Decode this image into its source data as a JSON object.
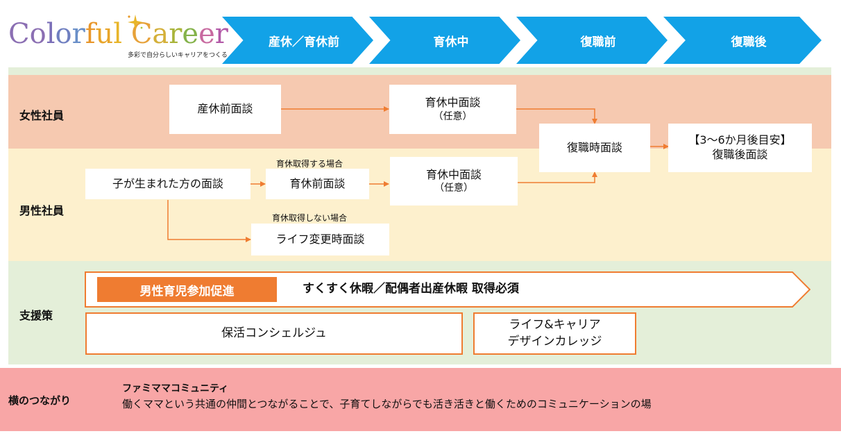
{
  "logo": {
    "letters": [
      {
        "ch": "C",
        "color": "#8b6fb3"
      },
      {
        "ch": "o",
        "color": "#8b6fb3"
      },
      {
        "ch": "l",
        "color": "#7b6fb8"
      },
      {
        "ch": "o",
        "color": "#6f7fc0"
      },
      {
        "ch": "r",
        "color": "#6a8fc8"
      },
      {
        "ch": "f",
        "color": "#e8962a"
      },
      {
        "ch": "u",
        "color": "#e8a52a"
      },
      {
        "ch": "l",
        "color": "#e8b52a"
      },
      {
        "ch": " ",
        "color": "#ffffff"
      },
      {
        "ch": "C",
        "color": "#e7a23a"
      },
      {
        "ch": "a",
        "color": "#d4b03a"
      },
      {
        "ch": "r",
        "color": "#a9b43a"
      },
      {
        "ch": "e",
        "color": "#84b24a"
      },
      {
        "ch": "e",
        "color": "#c86aa0"
      },
      {
        "ch": "r",
        "color": "#b35aa8"
      }
    ],
    "tagline": "多彩で自分らしいキャリアをつくる",
    "sparkle_color": "#e8b52a"
  },
  "stages": [
    "産休／育休前",
    "育休中",
    "復職前",
    "復職後"
  ],
  "rows": {
    "female_label": "女性社員",
    "male_label": "男性社員",
    "support_label": "支援策"
  },
  "boxes": {
    "f_pre": "産休前面談",
    "f_mid_title": "育休中面談",
    "f_mid_sub": "（任意）",
    "return": "復職時面談",
    "post_title": "【3～6か月後目安】",
    "post_sub": "復職後面談",
    "m_birth": "子が生まれた方の面談",
    "m_pre": "育休前面談",
    "m_mid_title": "育休中面談",
    "m_mid_sub": "（任意）",
    "m_life": "ライフ変更時面談"
  },
  "notes": {
    "take_leave": "育休取得する場合",
    "no_leave": "育休取得しない場合"
  },
  "support": {
    "promo_tag": "男性育児参加促進",
    "promo_text": "すくすく休暇／配偶者出産休暇 取得必須",
    "hokatsu": "保活コンシェルジュ",
    "life_line1": "ライフ&キャリア",
    "life_line2": "デザインカレッジ"
  },
  "yoko": {
    "label": "横のつながり",
    "title": "ファミママコミュニティ",
    "desc": "働くママという共通の仲間とつながることで、子育てしながらでも活き活きと働くためのコミュニケーションの場"
  },
  "colors": {
    "chevron": "#12a2e7",
    "accent_orange": "#ef7c31",
    "female_band": "#f6c9b0",
    "male_band": "#fdf0cd",
    "support_bg": "#e4efd9",
    "yoko_band": "#f8a6a6"
  }
}
